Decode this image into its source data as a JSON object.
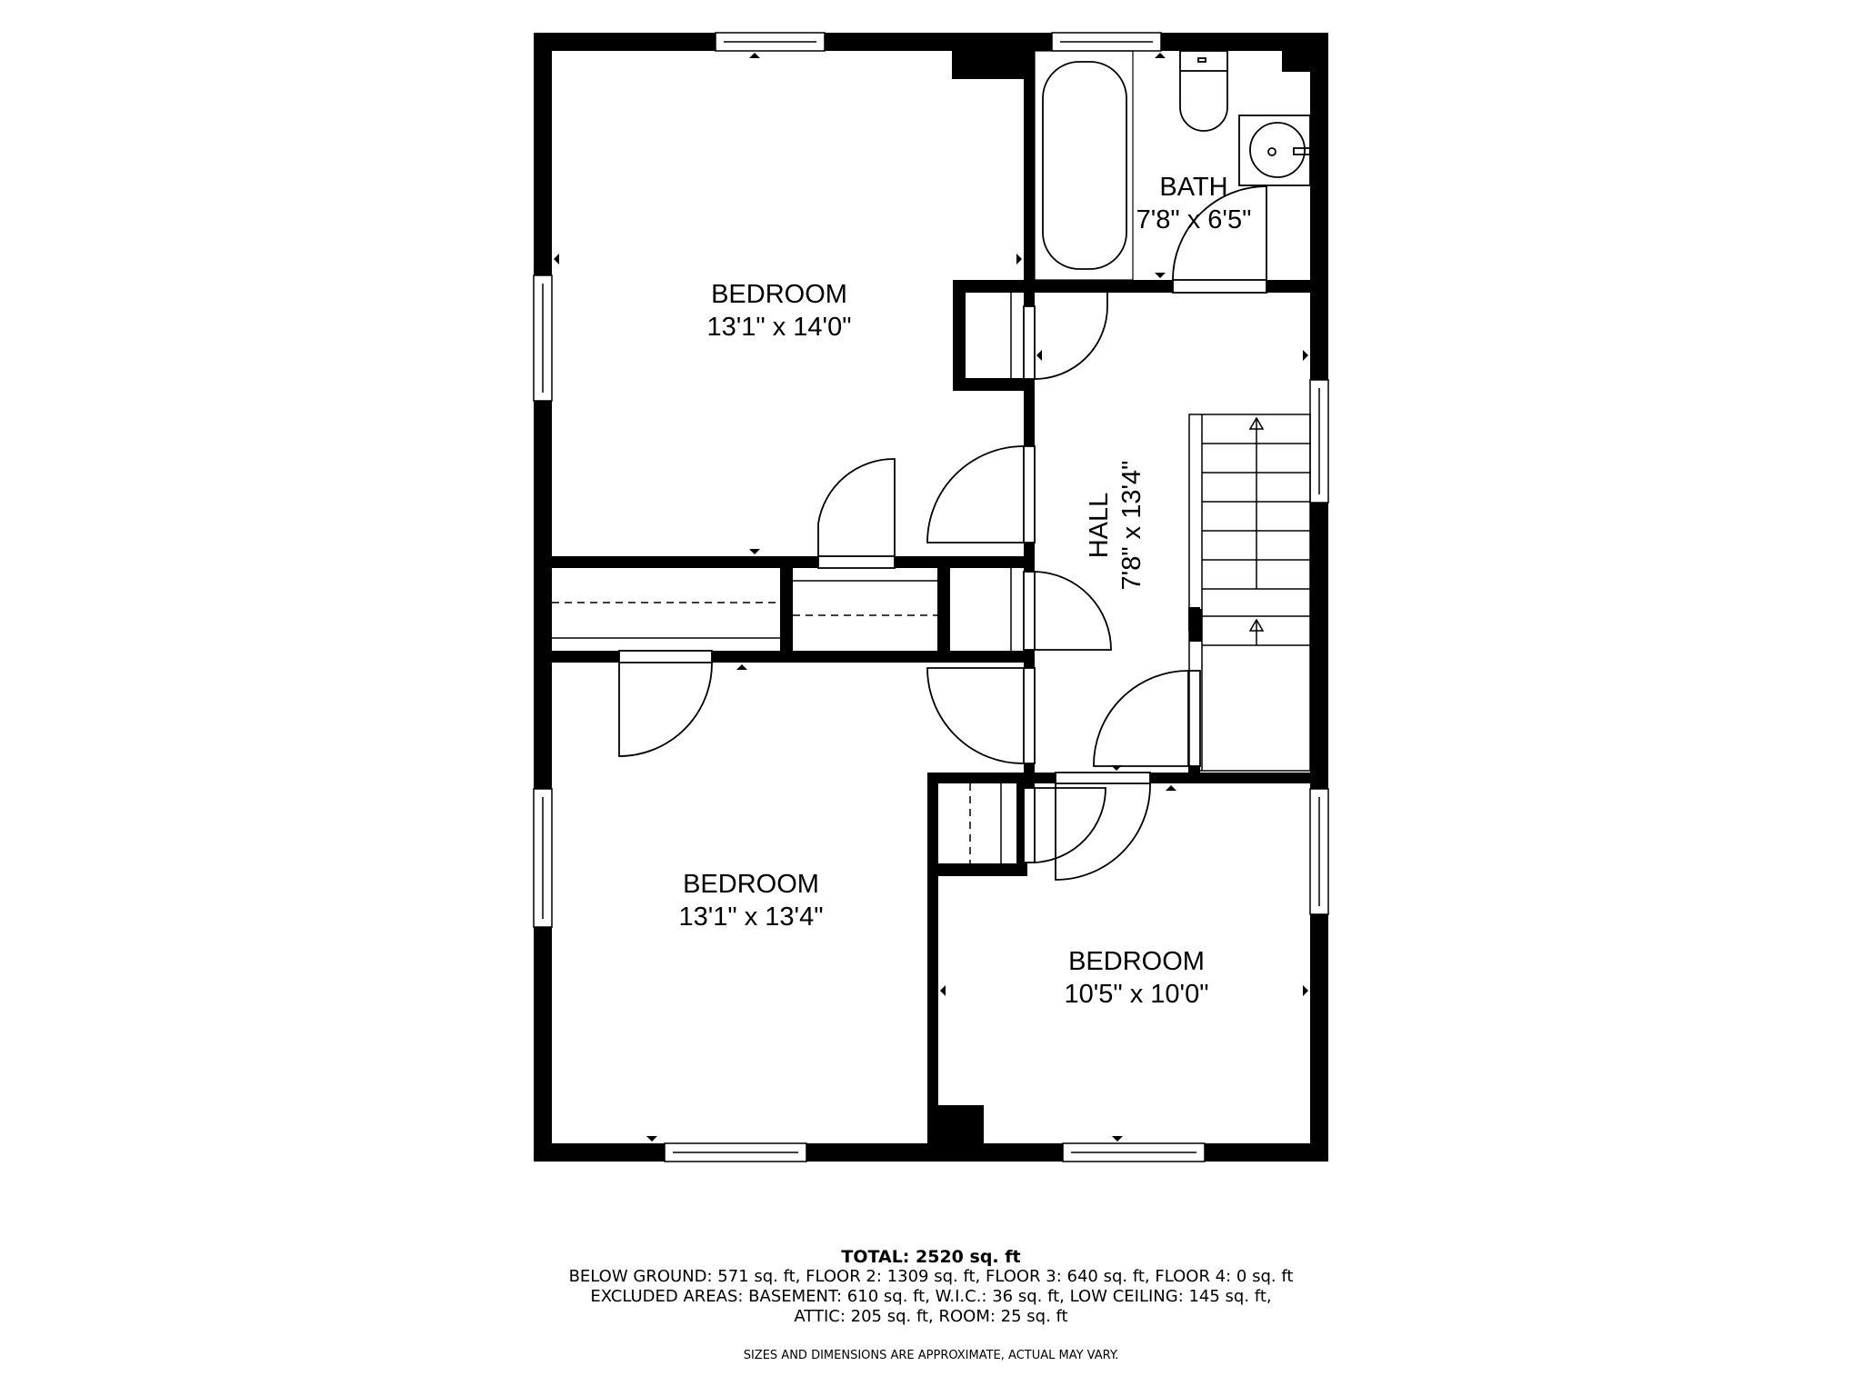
{
  "rooms": [
    {
      "id": "bedroom_1",
      "name": "BEDROOM",
      "dimensions": "13'1\" x 14'0\""
    },
    {
      "id": "bath",
      "name": "BATH",
      "dimensions": "7'8\" x 6'5\""
    },
    {
      "id": "hall",
      "name": "HALL",
      "dimensions": "7'8\" x 13'4\""
    },
    {
      "id": "bedroom_2",
      "name": "BEDROOM",
      "dimensions": "13'1\" x 13'4\""
    },
    {
      "id": "bedroom_3",
      "name": "BEDROOM",
      "dimensions": "10'5\" x 10'0\""
    }
  ],
  "footer": {
    "total": "TOTAL: 2520 sq. ft",
    "lines": [
      "BELOW GROUND: 571 sq. ft, FLOOR 2: 1309 sq. ft, FLOOR 3: 640 sq. ft, FLOOR 4: 0 sq. ft",
      "EXCLUDED AREAS: BASEMENT: 610 sq. ft, W.I.C.: 36 sq. ft, LOW CEILING: 145 sq. ft,",
      "ATTIC: 205 sq. ft, ROOM: 25 sq. ft"
    ],
    "disclaimer": "SIZES AND DIMENSIONS ARE APPROXIMATE, ACTUAL MAY VARY."
  },
  "colors": {
    "wall": "#000000",
    "background": "#ffffff"
  }
}
